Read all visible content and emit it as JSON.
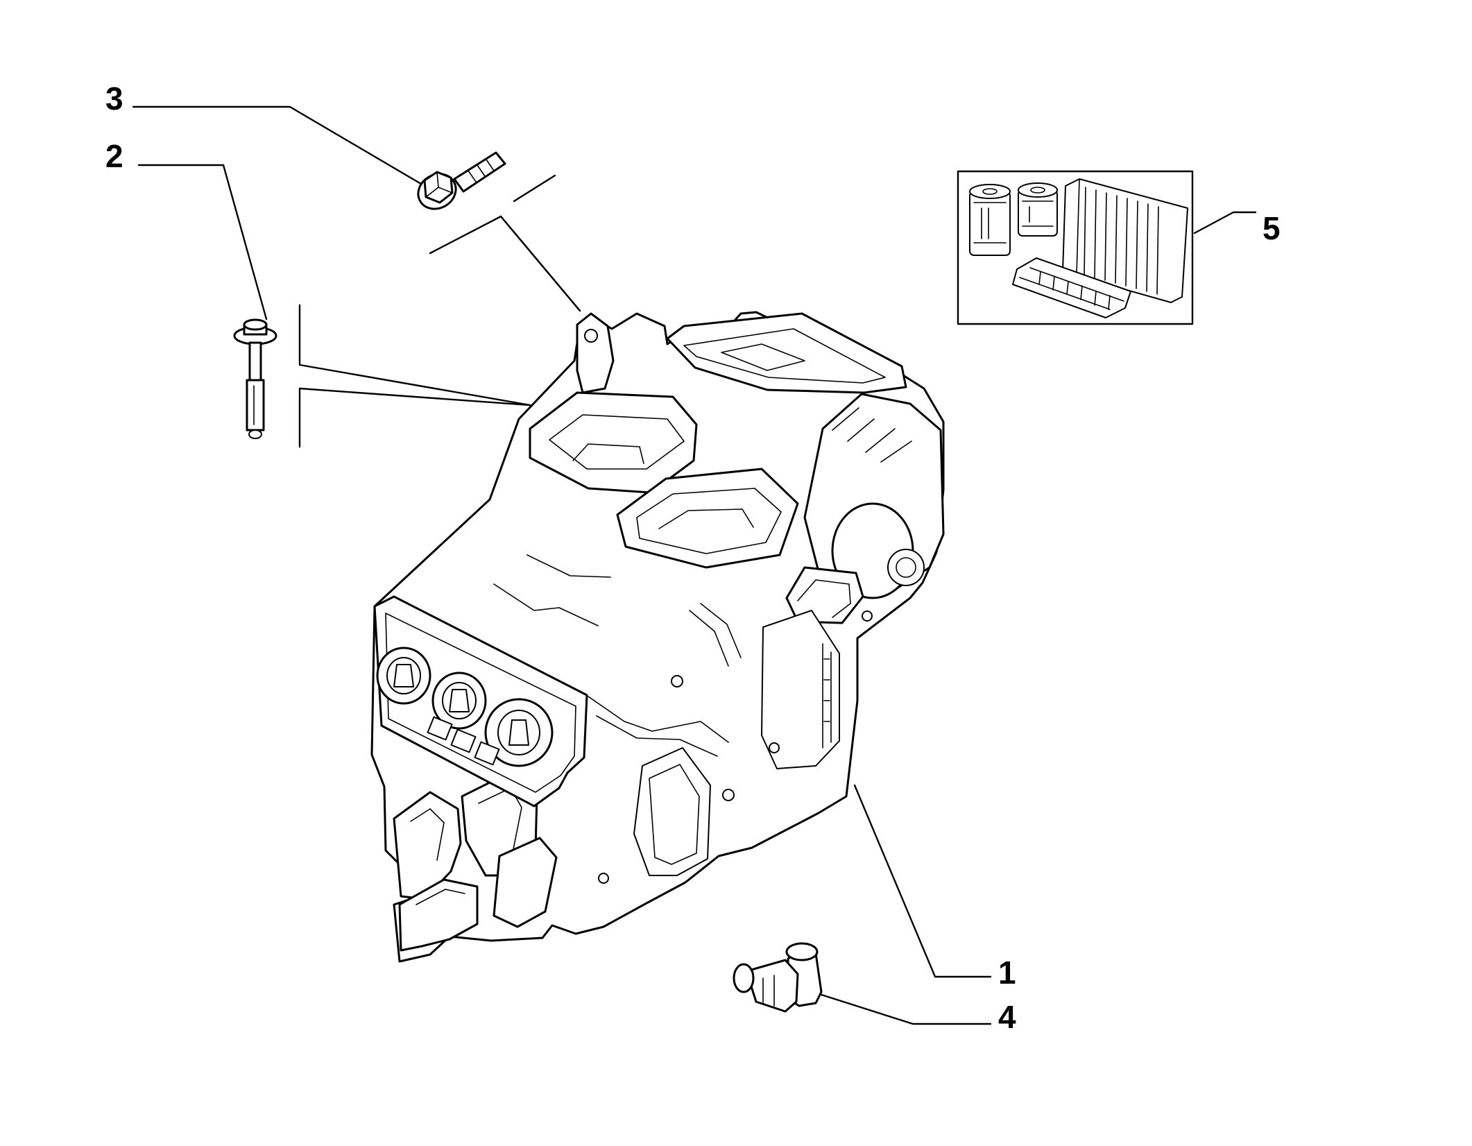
{
  "diagram": {
    "callouts": [
      {
        "id": "1",
        "label": "1"
      },
      {
        "id": "2",
        "label": "2"
      },
      {
        "id": "3",
        "label": "3"
      },
      {
        "id": "4",
        "label": "4"
      },
      {
        "id": "5",
        "label": "5"
      }
    ],
    "parts": [
      {
        "callout": "1",
        "icon": "heater-hvac-unit"
      },
      {
        "callout": "2",
        "icon": "long-bolt"
      },
      {
        "callout": "3",
        "icon": "flange-bolt"
      },
      {
        "callout": "4",
        "icon": "drain-elbow-hose"
      },
      {
        "callout": "5",
        "icon": "filter-kit"
      }
    ]
  }
}
